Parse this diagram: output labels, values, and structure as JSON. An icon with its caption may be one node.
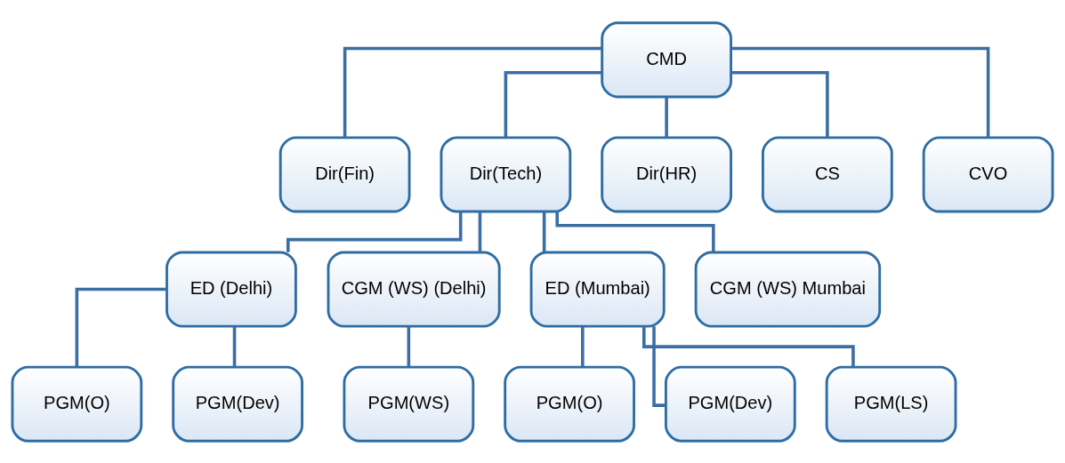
{
  "diagram": {
    "nodes": [
      {
        "text": [
          "CMD"
        ]
      },
      {
        "text": [
          "Dir(Fin)"
        ]
      },
      {
        "text": [
          "Dir(Tech)"
        ]
      },
      {
        "text": [
          "Dir(HR)"
        ]
      },
      {
        "text": [
          "CS"
        ]
      },
      {
        "text": [
          "CVO"
        ]
      },
      {
        "text": [
          "ED (Delhi)"
        ]
      },
      {
        "text": [
          "CGM (WS) (Delhi)"
        ]
      },
      {
        "text": [
          "ED (Mumbai)"
        ]
      },
      {
        "text": [
          "CGM (WS) Mumbai"
        ]
      },
      {
        "text": [
          "PGM(O)"
        ]
      },
      {
        "text": [
          "PGM(Dev)"
        ]
      },
      {
        "text": [
          "PGM(WS)"
        ]
      },
      {
        "text": [
          "PGM(O)"
        ]
      },
      {
        "text": [
          "PGM(Dev)"
        ]
      },
      {
        "text": [
          "PGM(LS)"
        ]
      }
    ],
    "edges": [
      {
        "from": 0,
        "to": 1,
        "arrow": "none"
      },
      {
        "from": 0,
        "to": 2,
        "arrow": "none"
      },
      {
        "from": 0,
        "to": 3,
        "arrow": "none"
      },
      {
        "from": 0,
        "to": 4,
        "arrow": "none"
      },
      {
        "from": 0,
        "to": 5,
        "arrow": "none"
      },
      {
        "from": 2,
        "to": 6,
        "arrow": "none"
      },
      {
        "from": 2,
        "to": 7,
        "arrow": "none"
      },
      {
        "from": 2,
        "to": 8,
        "arrow": "none"
      },
      {
        "from": 2,
        "to": 9,
        "arrow": "none"
      },
      {
        "from": 6,
        "to": 10,
        "arrow": "none"
      },
      {
        "from": 6,
        "to": 11,
        "arrow": "none"
      },
      {
        "from": 7,
        "to": 12,
        "arrow": "none"
      },
      {
        "from": 8,
        "to": 13,
        "arrow": "none"
      },
      {
        "from": 8,
        "to": 14,
        "arrow": "none"
      },
      {
        "from": 8,
        "to": 15,
        "arrow": "none"
      }
    ]
  }
}
